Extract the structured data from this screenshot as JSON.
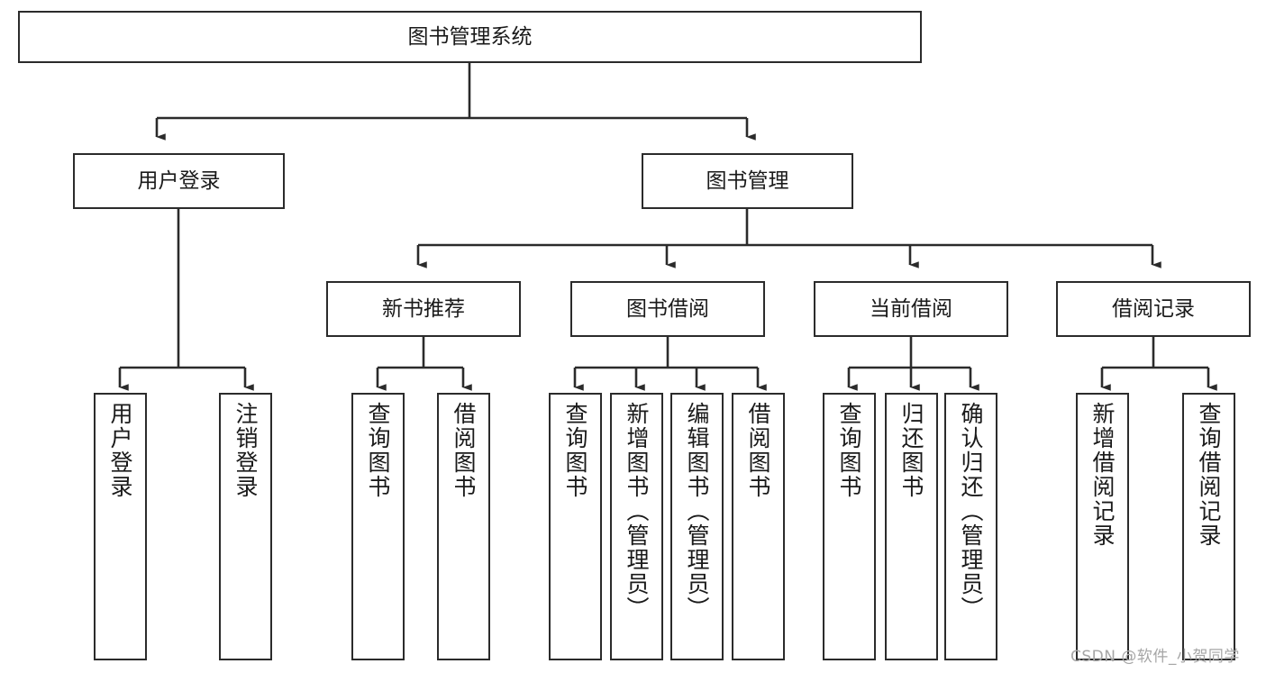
{
  "diagram": {
    "title": "图书管理系统",
    "type": "tree-hierarchy-chart",
    "orientation": "top-down",
    "colors": {
      "box_border": "#2b2b2b",
      "box_fill": "#ffffff",
      "edge": "#2b2b2b",
      "text": "#1a1a1a",
      "watermark": "#a6a6a6",
      "background": "#ffffff"
    },
    "root": {
      "label": "图书管理系统"
    },
    "level2": [
      {
        "label": "用户登录"
      },
      {
        "label": "图书管理"
      }
    ],
    "level3": [
      {
        "label": "新书推荐"
      },
      {
        "label": "图书借阅"
      },
      {
        "label": "当前借阅"
      },
      {
        "label": "借阅记录"
      }
    ],
    "leaves": {
      "user_login": [
        {
          "label": "用户登录"
        },
        {
          "label": "注销登录"
        }
      ],
      "new_book_recommend": [
        {
          "label": "查询图书"
        },
        {
          "label": "借阅图书"
        }
      ],
      "book_borrow": [
        {
          "label": "查询图书"
        },
        {
          "label": "新增图书（管理员）"
        },
        {
          "label": "编辑图书（管理员）"
        },
        {
          "label": "借阅图书"
        }
      ],
      "current_borrow": [
        {
          "label": "查询图书"
        },
        {
          "label": "归还图书"
        },
        {
          "label": "确认归还（管理员）"
        }
      ],
      "borrow_record": [
        {
          "label": "新增借阅记录"
        },
        {
          "label": "查询借阅记录"
        }
      ]
    },
    "watermark": "CSDN @软件_小贺同学"
  }
}
